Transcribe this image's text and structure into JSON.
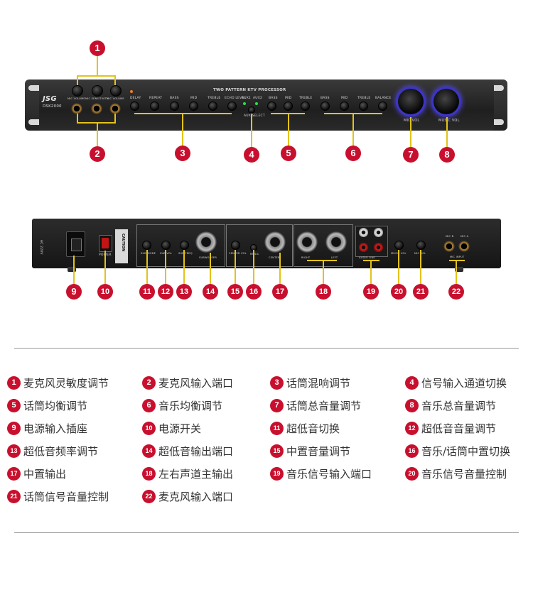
{
  "front_panel": {
    "brand": "JSG",
    "model": "DSK2000",
    "title": "TWO PATTERN KTV PROCESSOR",
    "mic_knob_labels": [
      "MIC VOLUME",
      "MIC SENSITIVITY",
      "MIC VOLUME"
    ],
    "control_labels": [
      "DELAY",
      "REPEAT",
      "BASS",
      "MID",
      "TREBLE",
      "ECHO LEVEL",
      "AUX1",
      "AUX2",
      "BASS",
      "MID",
      "TREBLE",
      "BASS",
      "MID",
      "TREBLE",
      "BALANCE"
    ],
    "aux_label": "AUX SELECT",
    "mic_vol_label": "MIC VOL",
    "music_vol_label": "MUSIC VOL",
    "accent_color": "#4b3cff"
  },
  "rear_panel": {
    "power_label": "POWER",
    "caution_label": "CAUTION",
    "voltage_label": "AC 220V",
    "labels": [
      "SUB MODE",
      "SUB VOL",
      "SUB FREQ",
      "SUBWOOFER",
      "CENTER VOL",
      "MUSIC",
      "CENTER",
      "RIGHT",
      "LEFT",
      "AUDIO LINE",
      "MUSIC VOL",
      "MIC VOL",
      "MIC B",
      "MIC A",
      "MIC INPUT"
    ]
  },
  "callouts": {
    "front": [
      "1",
      "2",
      "3",
      "4",
      "5",
      "6",
      "7",
      "8"
    ],
    "rear": [
      "9",
      "10",
      "11",
      "12",
      "13",
      "14",
      "15",
      "16",
      "17",
      "18",
      "19",
      "20",
      "21",
      "22"
    ]
  },
  "legend": [
    {
      "num": "1",
      "text": "麦克风灵敏度调节"
    },
    {
      "num": "2",
      "text": "麦克风输入端口"
    },
    {
      "num": "3",
      "text": "话筒混响调节"
    },
    {
      "num": "4",
      "text": "信号输入通道切换"
    },
    {
      "num": "5",
      "text": "话筒均衡调节"
    },
    {
      "num": "6",
      "text": "音乐均衡调节"
    },
    {
      "num": "7",
      "text": "话筒总音量调节"
    },
    {
      "num": "8",
      "text": "音乐总音量调节"
    },
    {
      "num": "9",
      "text": "电源输入插座"
    },
    {
      "num": "10",
      "text": "电源开关"
    },
    {
      "num": "11",
      "text": "超低音切换"
    },
    {
      "num": "12",
      "text": "超低音音量调节"
    },
    {
      "num": "13",
      "text": "超低音频率调节"
    },
    {
      "num": "14",
      "text": "超低音输出端口"
    },
    {
      "num": "15",
      "text": "中置音量调节"
    },
    {
      "num": "16",
      "text": "音乐/话筒中置切换"
    },
    {
      "num": "17",
      "text": "中置输出"
    },
    {
      "num": "18",
      "text": "左右声道主输出"
    },
    {
      "num": "19",
      "text": "音乐信号输入端口"
    },
    {
      "num": "20",
      "text": "音乐信号音量控制"
    },
    {
      "num": "21",
      "text": "话筒信号音量控制"
    },
    {
      "num": "22",
      "text": "麦克风输入端口"
    }
  ]
}
